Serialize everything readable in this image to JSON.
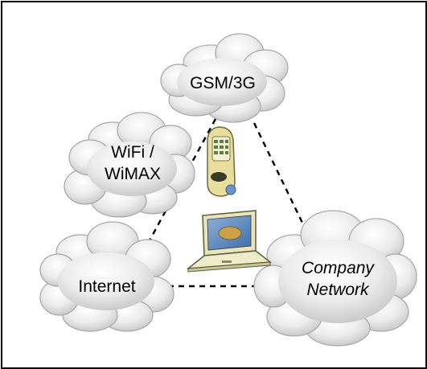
{
  "nodes": {
    "gsm": {
      "label": "GSM/3G"
    },
    "wifi": {
      "line1": "WiFi /",
      "line2": "WiMAX"
    },
    "internet": {
      "label": "Internet"
    },
    "company": {
      "line1": "Company",
      "line2": "Network"
    }
  },
  "icons": {
    "phone": "mobile-phone-icon",
    "laptop": "laptop-icon"
  },
  "colors": {
    "cloud_fill": "#d9d9d9",
    "cloud_highlight": "#ffffff",
    "cloud_outline": "#9a9a9a",
    "connector": "#000000",
    "phone_body": "#e9e0a0",
    "laptop_body": "#ece8c2"
  },
  "connections": [
    [
      "gsm",
      "company"
    ],
    [
      "gsm",
      "internet"
    ],
    [
      "internet",
      "company"
    ]
  ]
}
